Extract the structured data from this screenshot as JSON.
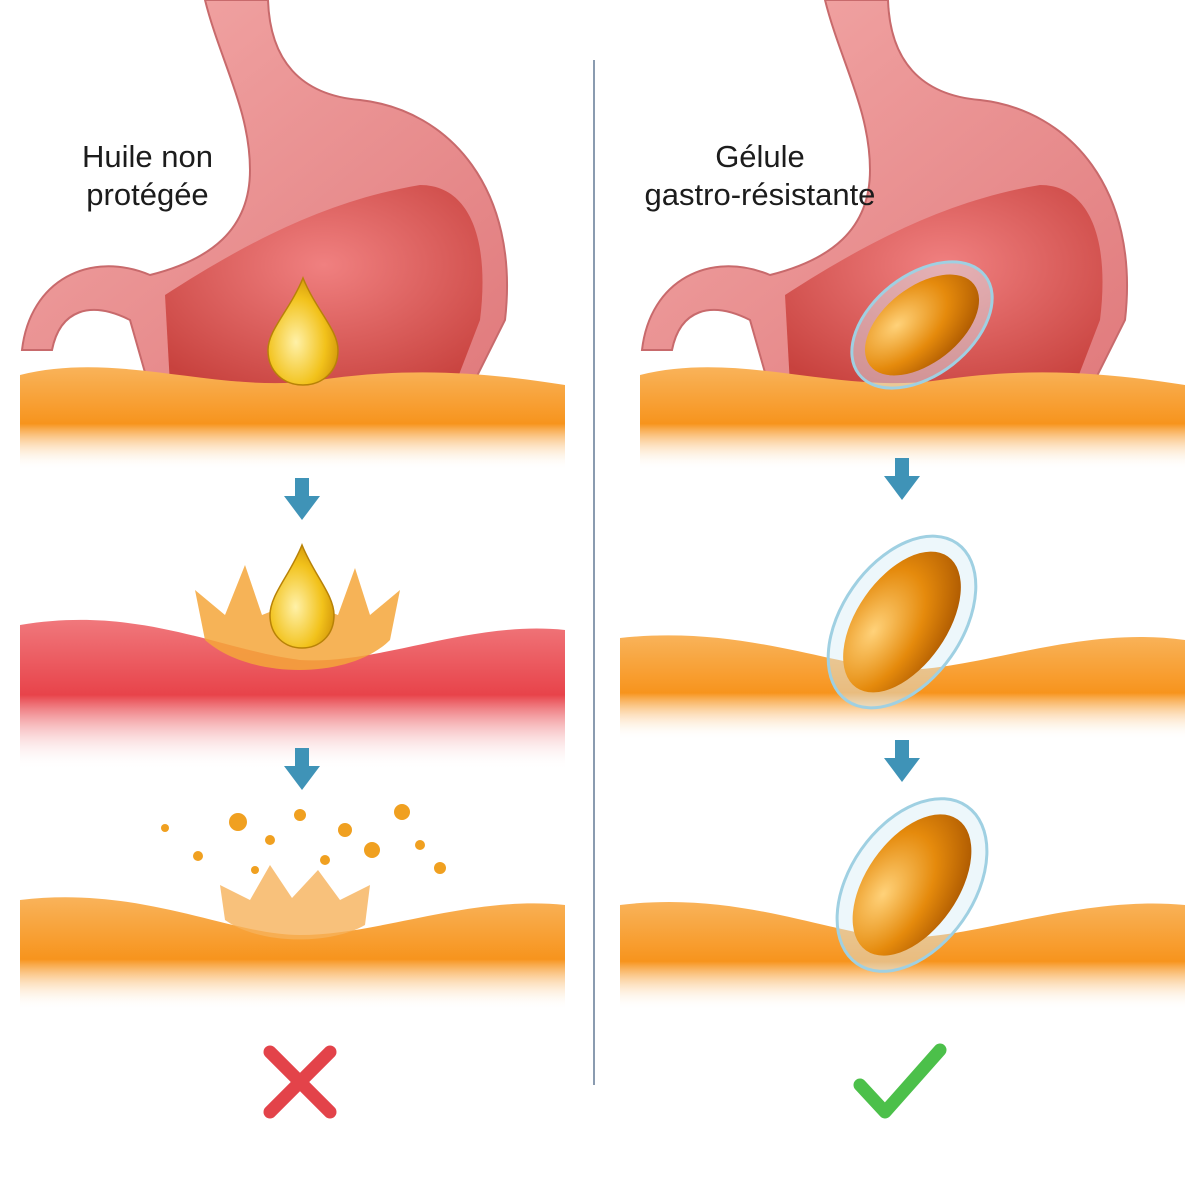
{
  "panels": {
    "left": {
      "title_lines": [
        "Huile non",
        "protégée"
      ],
      "outcome": "cross-icon"
    },
    "right": {
      "title_lines": [
        "Gélule",
        "gastro-résistante"
      ],
      "outcome": "check-icon"
    }
  },
  "colors": {
    "stomach": "#e9888a",
    "stomach_inner": "#d9534f",
    "acid": "#f7941d",
    "acid_red": "#e8434a",
    "oil": "#f2c21b",
    "capsule": "#e58a0c",
    "arrow": "#3f93b7",
    "divider": "#8a9bb0",
    "cross": "#e3434a",
    "check": "#4cc04a"
  }
}
